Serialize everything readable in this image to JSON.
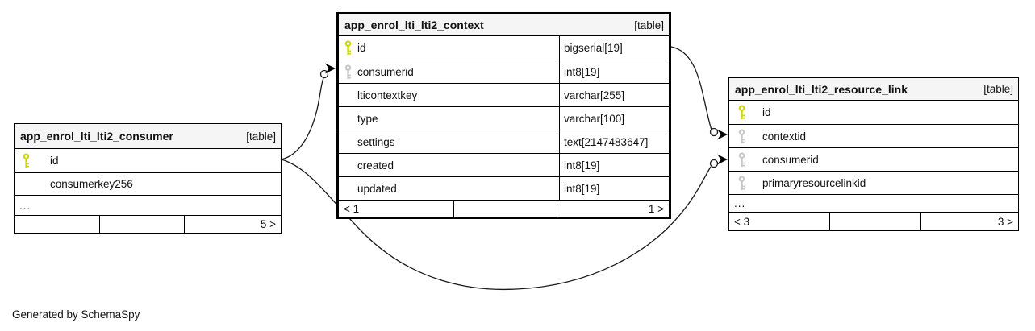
{
  "diagram": {
    "generator_note": "Generated by SchemaSpy",
    "colors": {
      "primary_key_icon": "#ccd600",
      "foreign_key_icon": "#c6c6c6",
      "border": "#000000",
      "header_bg": "#f5f5f5"
    },
    "tables": [
      {
        "id": "consumer",
        "name": "app_enrol_lti_lti2_consumer",
        "badge": "[table]",
        "columns": [
          {
            "name": "id",
            "key": "primary"
          },
          {
            "name": "consumerkey256",
            "key": "none"
          },
          {
            "name": "...",
            "key": "none"
          }
        ],
        "footer": {
          "left": "",
          "center": "",
          "right": "5 >"
        }
      },
      {
        "id": "context",
        "name": "app_enrol_lti_lti2_context",
        "badge": "[table]",
        "columns": [
          {
            "name": "id",
            "key": "primary",
            "type": "bigserial[19]"
          },
          {
            "name": "consumerid",
            "key": "foreign",
            "type": "int8[19]"
          },
          {
            "name": "lticontextkey",
            "key": "none",
            "type": "varchar[255]"
          },
          {
            "name": "type",
            "key": "none",
            "type": "varchar[100]"
          },
          {
            "name": "settings",
            "key": "none",
            "type": "text[2147483647]"
          },
          {
            "name": "created",
            "key": "none",
            "type": "int8[19]"
          },
          {
            "name": "updated",
            "key": "none",
            "type": "int8[19]"
          }
        ],
        "footer": {
          "left": "< 1",
          "center": "",
          "right": "1 >"
        }
      },
      {
        "id": "resource_link",
        "name": "app_enrol_lti_lti2_resource_link",
        "badge": "[table]",
        "columns": [
          {
            "name": "id",
            "key": "primary"
          },
          {
            "name": "contextid",
            "key": "foreign"
          },
          {
            "name": "consumerid",
            "key": "foreign"
          },
          {
            "name": "primaryresourcelinkid",
            "key": "foreign"
          },
          {
            "name": "...",
            "key": "none"
          }
        ],
        "footer": {
          "left": "< 3",
          "center": "",
          "right": "3 >"
        }
      }
    ],
    "relationships": [
      {
        "from": "app_enrol_lti_lti2_consumer.id",
        "to": "app_enrol_lti_lti2_context.consumerid"
      },
      {
        "from": "app_enrol_lti_lti2_context.id",
        "to": "app_enrol_lti_lti2_resource_link.contextid"
      },
      {
        "from": "app_enrol_lti_lti2_consumer.id",
        "to": "app_enrol_lti_lti2_resource_link.consumerid"
      }
    ]
  }
}
